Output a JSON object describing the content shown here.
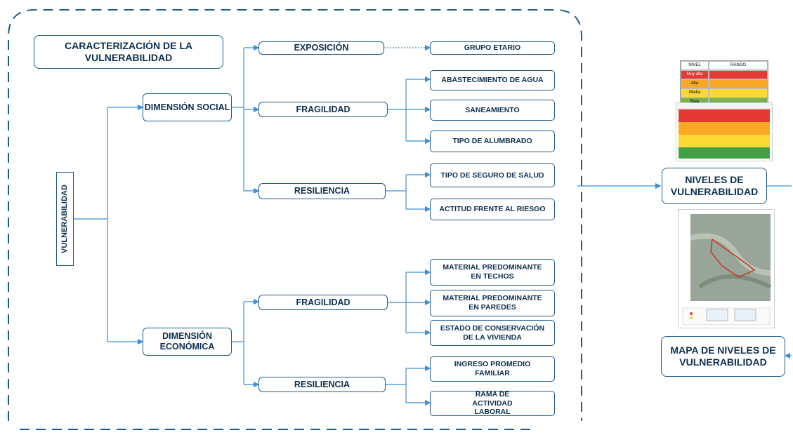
{
  "diagram": {
    "title": "CARACTERIZACIÓN DE LA VULNERABILIDAD",
    "root": "VULNERABILIDAD",
    "dimensions": [
      {
        "label": "DIMENSIÓN SOCIAL",
        "factors": [
          {
            "label": "EXPOSICIÓN",
            "parameters": [
              "GRUPO ETARIO"
            ]
          },
          {
            "label": "FRAGILIDAD",
            "parameters": [
              "ABASTECIMIENTO DE AGUA",
              "SANEAMIENTO",
              "TIPO DE ALUMBRADO"
            ]
          },
          {
            "label": "RESILIENCIA",
            "parameters": [
              "TIPO DE SEGURO DE SALUD",
              "ACTITUD FRENTE AL RIESGO"
            ]
          }
        ]
      },
      {
        "label": "DIMENSIÓN ECONÓMICA",
        "factors": [
          {
            "label": "FRAGILIDAD",
            "parameters": [
              "MATERIAL PREDOMINANTE EN TECHOS",
              "MATERIAL PREDOMINANTE EN PAREDES",
              "ESTADO DE CONSERVACIÓN DE LA VIVIENDA"
            ]
          },
          {
            "label": "RESILIENCIA",
            "parameters": [
              "INGRESO PROMEDIO FAMILIAR",
              "RAMA DE ACTIVIDAD LABORAL"
            ]
          }
        ]
      }
    ],
    "outputs": {
      "levels": "NIVELES DE VULNERABILIDAD",
      "map": "MAPA DE NIVELES DE VULNERABILIDAD"
    },
    "levels_table": {
      "header": [
        "NIVEL",
        "RANGO"
      ],
      "rows": [
        {
          "nivel": "Muy alta",
          "color": "#e53935"
        },
        {
          "nivel": "Alta",
          "color": "#f9a825"
        },
        {
          "nivel": "Media",
          "color": "#fdd835"
        },
        {
          "nivel": "Baja",
          "color": "#7cb342"
        }
      ]
    },
    "colors": {
      "box_border": "#1e5a8a",
      "box_text": "#0e2f4f",
      "connector": "#3a8fd6",
      "frame": "#1e5a8a"
    }
  }
}
